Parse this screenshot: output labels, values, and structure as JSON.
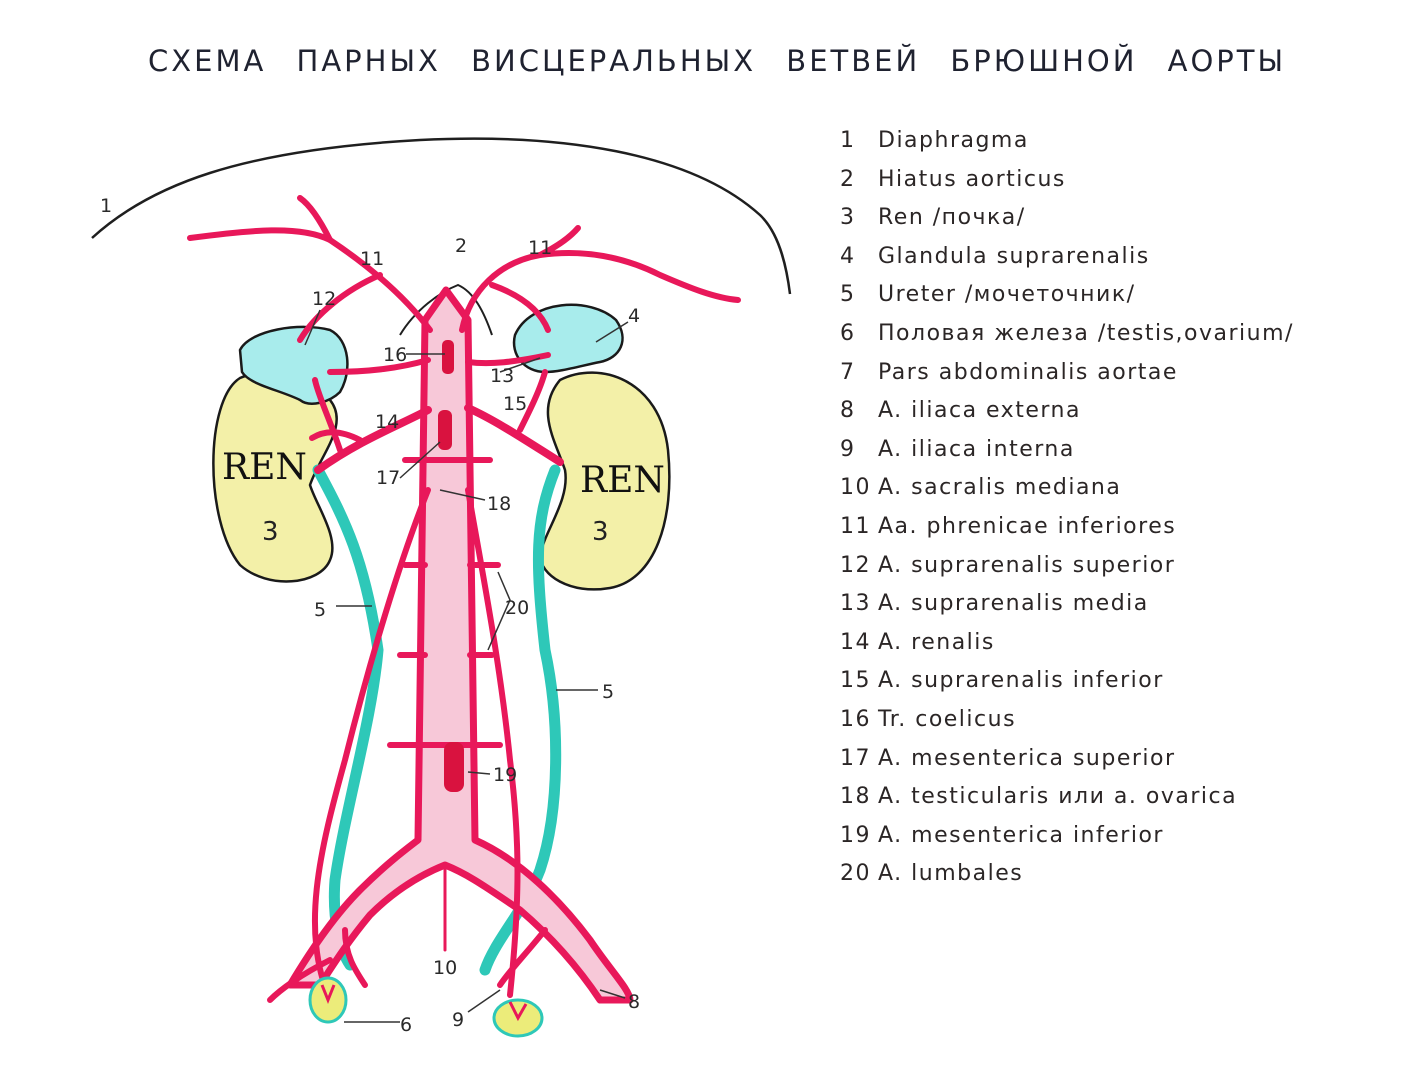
{
  "title": "СХЕМА ПАРНЫХ ВИСЦЕРАЛЬНЫХ ВЕТВЕЙ БРЮШНОЙ АОРТЫ",
  "organ_labels": {
    "ren_left": "REN",
    "ren_right": "REN",
    "three_left": "3",
    "three_right": "3"
  },
  "markers": {
    "m1": "1",
    "m2": "2",
    "m11_left": "11",
    "m11_right": "11",
    "m12": "12",
    "m4": "4",
    "m16": "16",
    "m13": "13",
    "m14": "14",
    "m15": "15",
    "m17": "17",
    "m18": "18",
    "m20": "20",
    "m5_left": "5",
    "m5_right": "5",
    "m19": "19",
    "m10": "10",
    "m6": "6",
    "m9": "9",
    "m8": "8"
  },
  "legend": [
    {
      "num": "1",
      "text": "Diaphragma"
    },
    {
      "num": "2",
      "text": "Hiatus aorticus"
    },
    {
      "num": "3",
      "text": "Ren /почка/"
    },
    {
      "num": "4",
      "text": "Glandula suprarenalis"
    },
    {
      "num": "5",
      "text": "Ureter /мочеточник/"
    },
    {
      "num": "6",
      "text": "Половая железа /testis,ovarium/"
    },
    {
      "num": "7",
      "text": "Pars abdominalis aortae"
    },
    {
      "num": "8",
      "text": "A. iliaca externa"
    },
    {
      "num": "9",
      "text": "A. iliaca interna"
    },
    {
      "num": "10",
      "text": "A. sacralis mediana"
    },
    {
      "num": "11",
      "text": "Aa. phrenicae inferiores"
    },
    {
      "num": "12",
      "text": "A. suprarenalis superior"
    },
    {
      "num": "13",
      "text": "A. suprarenalis media"
    },
    {
      "num": "14",
      "text": "A. renalis"
    },
    {
      "num": "15",
      "text": "A. suprarenalis inferior"
    },
    {
      "num": "16",
      "text": "Tr. coelicus"
    },
    {
      "num": "17",
      "text": "A. mesenterica superior"
    },
    {
      "num": "18",
      "text": "A. testicularis или a. ovarica"
    },
    {
      "num": "19",
      "text": "A. mesenterica inferior"
    },
    {
      "num": "20",
      "text": "A. lumbales"
    }
  ],
  "colors": {
    "artery": "#e8185a",
    "aorta_fill": "#f7c8d8",
    "ureter": "#2ec8b8",
    "kidney": "#f3f0a8",
    "gland": "#a8ecec",
    "gonad": "#ecec7a"
  }
}
